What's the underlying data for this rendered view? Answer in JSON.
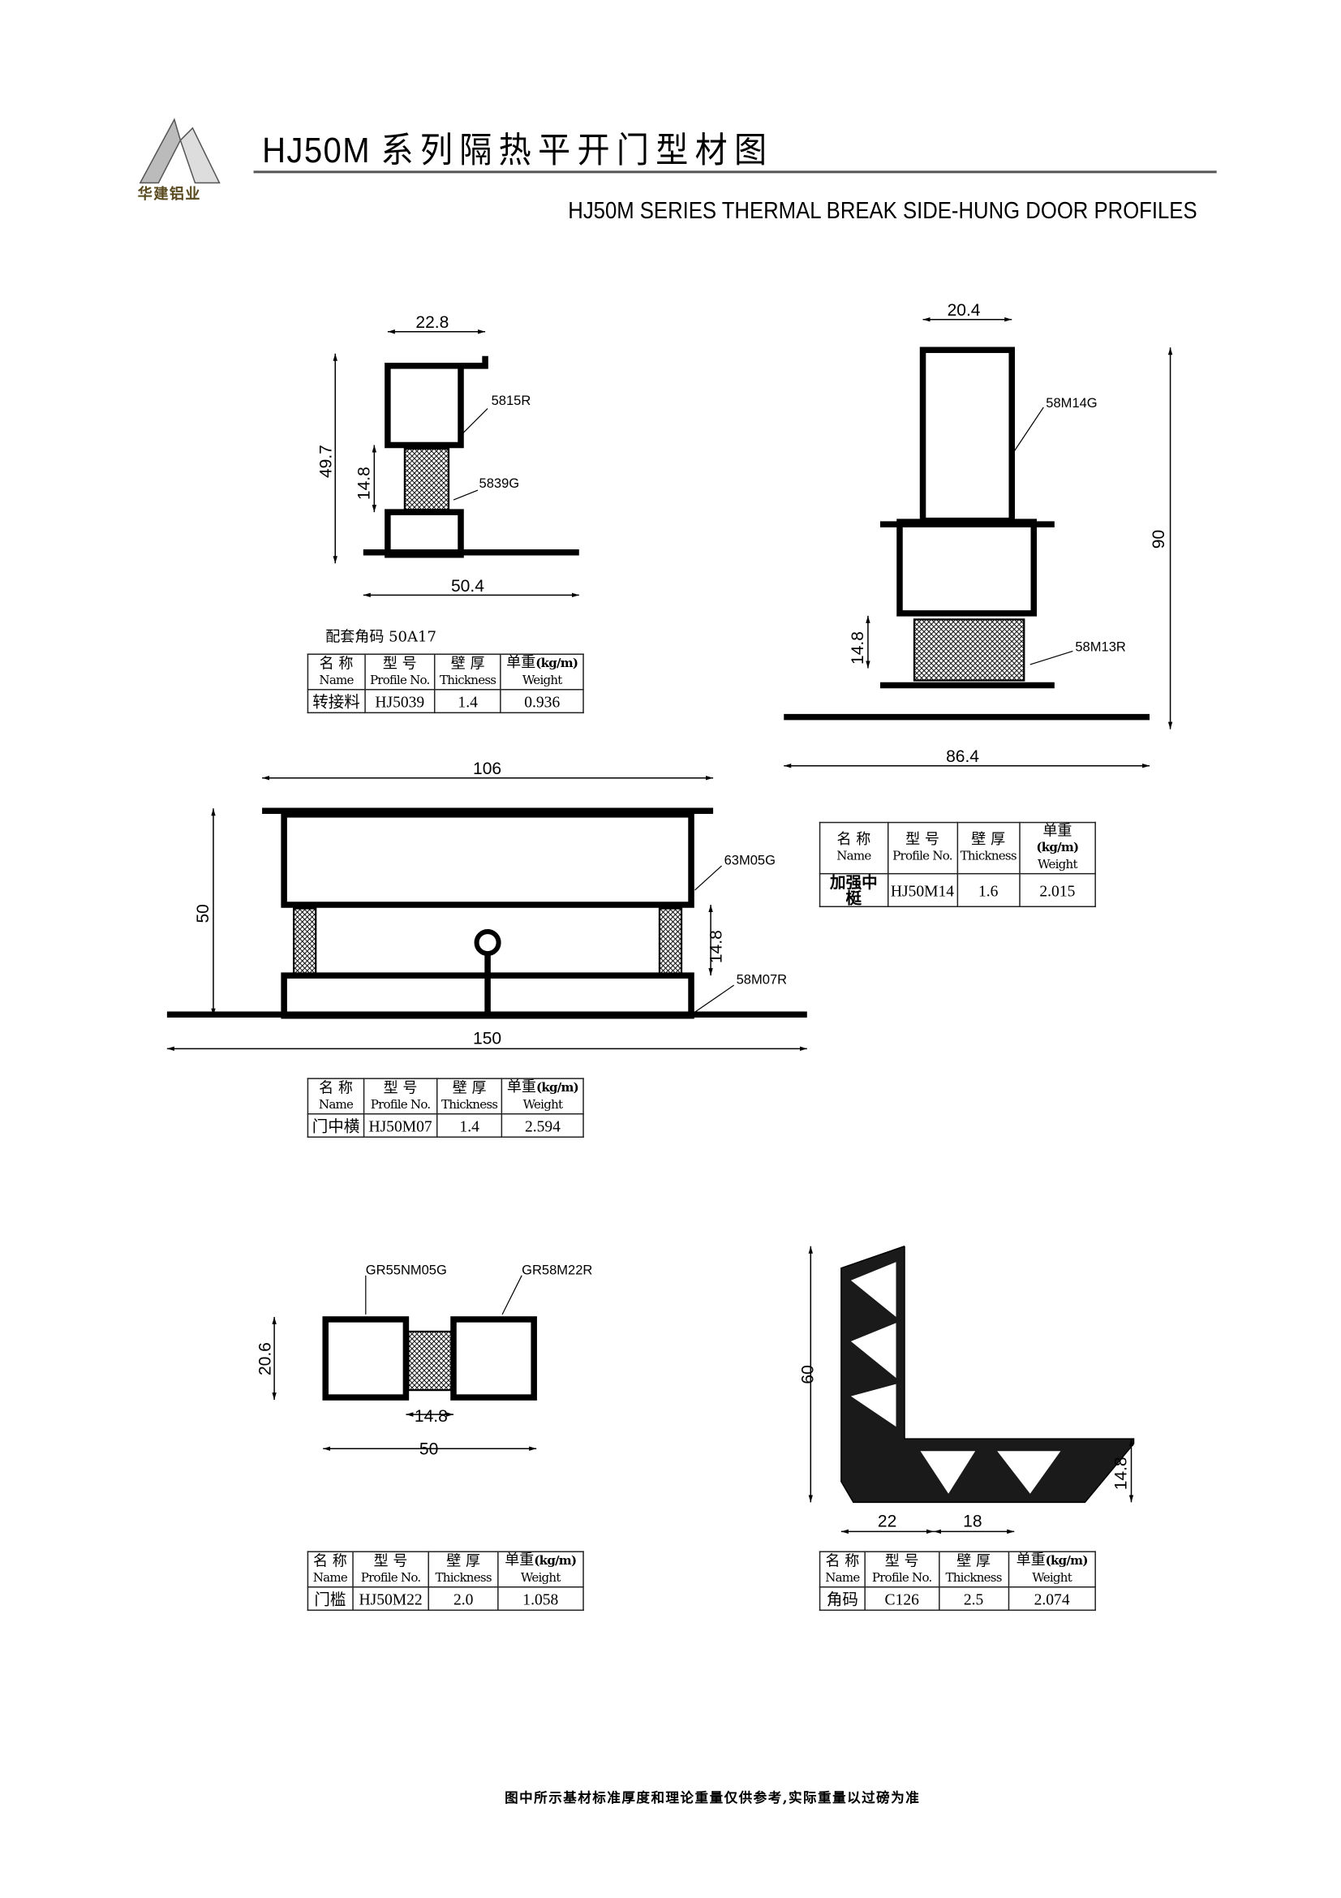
{
  "header": {
    "title_code": "HJ50M",
    "title_cn": "系列隔热平开门型材图",
    "subtitle": "HJ50M  SERIES  THERMAL BREAK SIDE-HUNG DOOR PROFILES",
    "logo_text": "华建铝业"
  },
  "table_headers": {
    "name_cn": "名 称",
    "name_en": "Name",
    "profile_cn": "型 号",
    "profile_en": "Profile No.",
    "thickness_cn": "壁 厚",
    "thickness_en": "Thickness",
    "weight_cn": "单重",
    "weight_unit": "(kg/m)",
    "weight_en": "Weight"
  },
  "profiles": [
    {
      "name": "转接料",
      "profile_no": "HJ5039",
      "thickness": "1.4",
      "weight": "0.936",
      "note": "配套角码 50A17",
      "dims": {
        "width_top": "22.8",
        "height": "49.7",
        "break": "14.8",
        "width_bottom": "50.4"
      },
      "labels": [
        "5815R",
        "5839G"
      ]
    },
    {
      "name": "加强中梃",
      "profile_no": "HJ50M14",
      "thickness": "1.6",
      "weight": "2.015",
      "dims": {
        "width_top": "20.4",
        "height": "90",
        "break": "14.8",
        "width_bottom": "86.4"
      },
      "labels": [
        "58M14G",
        "58M13R"
      ]
    },
    {
      "name": "门中横",
      "profile_no": "HJ50M07",
      "thickness": "1.4",
      "weight": "2.594",
      "dims": {
        "width_top": "106",
        "height": "50",
        "break": "14.8",
        "width_bottom": "150"
      },
      "labels": [
        "63M05G",
        "58M07R"
      ]
    },
    {
      "name": "门槛",
      "profile_no": "HJ50M22",
      "thickness": "2.0",
      "weight": "1.058",
      "dims": {
        "height": "20.6",
        "break": "14.8",
        "width_bottom": "50"
      },
      "labels": [
        "GR55NM05G",
        "GR58M22R"
      ]
    },
    {
      "name": "角码",
      "profile_no": "C126",
      "thickness": "2.5",
      "weight": "2.074",
      "dims": {
        "height": "60",
        "flange": "14.8",
        "width_a": "22",
        "width_b": "18"
      }
    }
  ],
  "footer": "图中所示基材标准厚度和理论重量仅供参考,实际重量以过磅为准"
}
